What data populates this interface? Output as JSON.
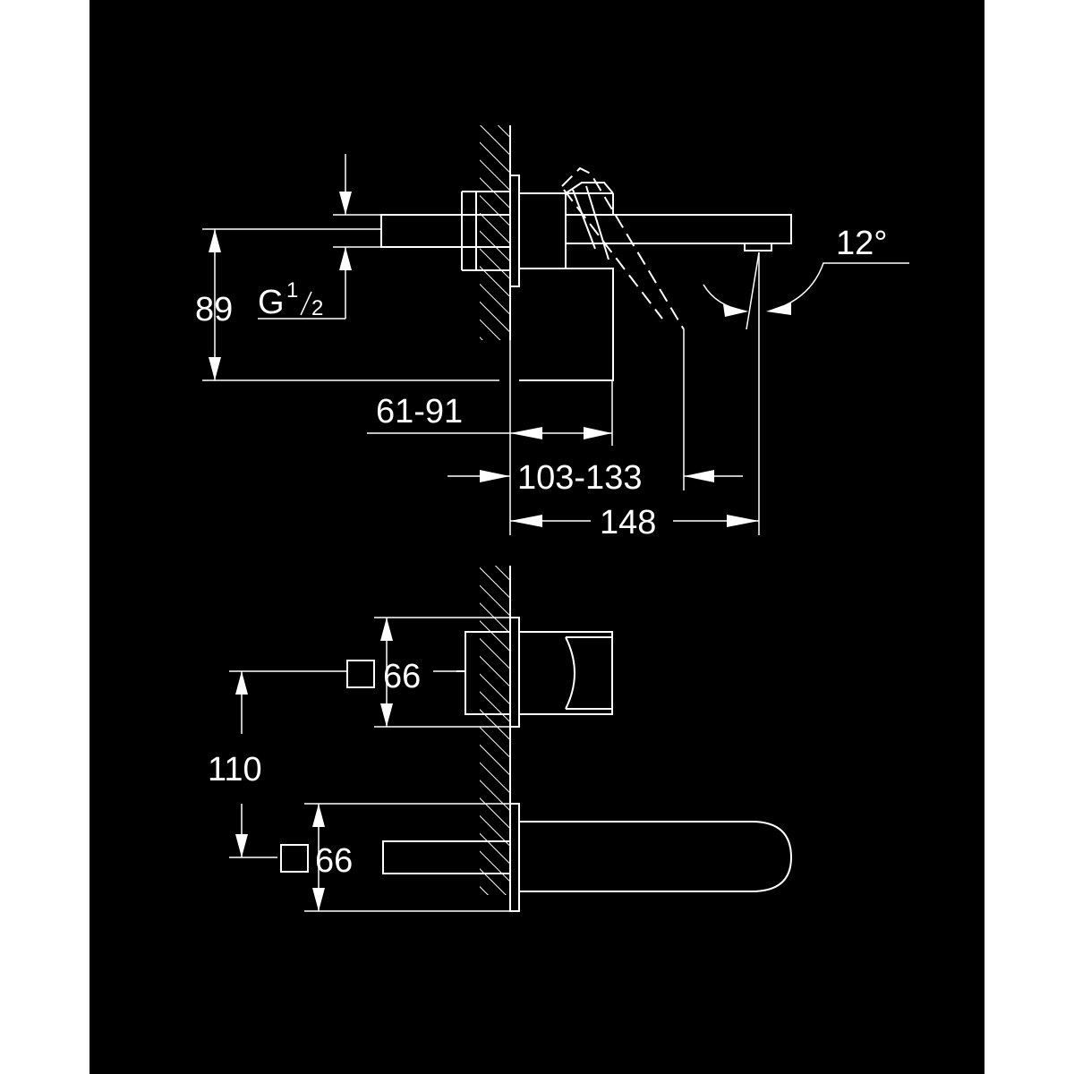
{
  "drawing": {
    "background": "#000000",
    "line_color": "#ffffff",
    "side_view": {
      "height_dim": "89",
      "thread_main": "G",
      "thread_num": "1",
      "thread_den": "2",
      "depth_dim_a": "61-91",
      "depth_dim_b": "103-133",
      "spout_length": "148",
      "angle": "12°"
    },
    "front_view": {
      "handle_plate": "66",
      "spout_plate": "66",
      "center_distance": "110"
    }
  }
}
